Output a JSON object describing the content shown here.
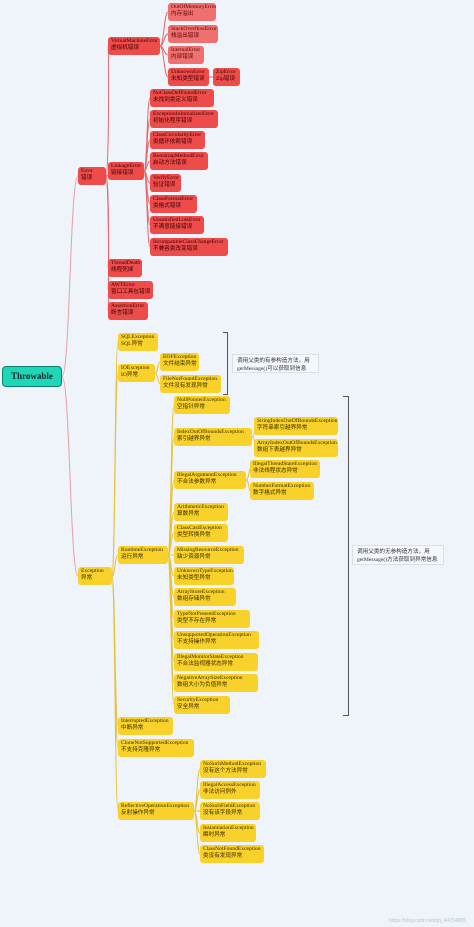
{
  "root": "Throwable",
  "error": {
    "label": "Error",
    "cn": "错误",
    "vm": {
      "label": "VirtualMachineError",
      "cn": "虚拟机错误",
      "children": [
        {
          "label": "OutOfMemoryError",
          "cn": "内存溢出"
        },
        {
          "label": "StackOverflowError",
          "cn": "栈溢出错误"
        },
        {
          "label": "InternalError",
          "cn": "内部错误"
        },
        {
          "label": "UnknownError",
          "cn": "未知类型错误"
        }
      ],
      "zip": {
        "label": "ZipError",
        "cn": "Zip错误"
      }
    },
    "linkage": {
      "label": "LinkageError",
      "cn": "链接错误",
      "children": [
        {
          "label": "NoClassDefFoundError",
          "cn": "未找到类定义错误"
        },
        {
          "label": "ExceptionInInitializerError",
          "cn": "初始化程序错误"
        },
        {
          "label": "ClassCircularityError",
          "cn": "类循环依赖错误"
        },
        {
          "label": "BootstrapMethodError",
          "cn": "启动方法错误"
        },
        {
          "label": "VerifyError",
          "cn": "验证错误"
        },
        {
          "label": "ClassFormatError",
          "cn": "类格式错误"
        },
        {
          "label": "UnsatisfiedLinkError",
          "cn": "不满意链接错误"
        },
        {
          "label": "IncompatibleClassChangeError",
          "cn": "不兼容类改变错误"
        }
      ]
    },
    "others": [
      {
        "label": "ThreadDeath",
        "cn": "线程死掉"
      },
      {
        "label": "AWTError",
        "cn": "窗口工具包错误"
      },
      {
        "label": "AssertionError",
        "cn": "断言错误"
      }
    ]
  },
  "exception": {
    "label": "Exception",
    "cn": "异常",
    "sql": {
      "label": "SQLException",
      "cn": "SQL异常"
    },
    "io": {
      "label": "IOException",
      "cn": "IO异常",
      "children": [
        {
          "label": "EOFException",
          "cn": "文件结束异常"
        },
        {
          "label": "FileNotFoundException",
          "cn": "文件没有发现异常"
        }
      ]
    },
    "runtime": {
      "label": "RuntimeException",
      "cn": "运行异常",
      "children": [
        {
          "label": "NullPointerException",
          "cn": "空指针异常"
        },
        {
          "label": "IndexOutOfBoundsException",
          "cn": "索引越界异常"
        },
        {
          "label": "IllegalArgumentException",
          "cn": "不合法参数异常"
        },
        {
          "label": "ArithmeticException",
          "cn": "算数异常"
        },
        {
          "label": "ClassCastException",
          "cn": "类型转换异常"
        },
        {
          "label": "MissingResourceException",
          "cn": "缺少资源异常"
        },
        {
          "label": "UnknownTypeException",
          "cn": "未知类型异常"
        },
        {
          "label": "ArrayStoreException",
          "cn": "数组存储异常"
        },
        {
          "label": "TypeNotPresentException",
          "cn": "类型不存在异常"
        },
        {
          "label": "UnsupportedOperationException",
          "cn": "不支持操作异常"
        },
        {
          "label": "IllegalMonitorStateException",
          "cn": "不合法监视器状态异常"
        },
        {
          "label": "NegativeArraySizeException",
          "cn": "数组大小为负值异常"
        },
        {
          "label": "SecurityException",
          "cn": "安全异常"
        }
      ],
      "index_children": [
        {
          "label": "StringIndexOutOfBoundsException",
          "cn": "字符串索引越界异常"
        },
        {
          "label": "ArrayIndexOutOfBoundsException",
          "cn": "数组下表越界异常"
        }
      ],
      "illegal_children": [
        {
          "label": "IllegalThreadStateException",
          "cn": "非法线程状态异常"
        },
        {
          "label": "NumberFormatException",
          "cn": "数字格式异常"
        }
      ]
    },
    "interrupted": {
      "label": "InterruptedException",
      "cn": "中断异常"
    },
    "clone": {
      "label": "CloneNotSupportedException",
      "cn": "不支持克隆异常"
    },
    "reflective": {
      "label": "ReflectiveOperationException",
      "cn": "反射操作异常",
      "children": [
        {
          "label": "NoSuchMethodException",
          "cn": "没有这个方法异常"
        },
        {
          "label": "IllegalAccessException",
          "cn": "非法访问例外"
        },
        {
          "label": "NoSuchFieldException",
          "cn": "没有该字段异常"
        },
        {
          "label": "InstantiationException",
          "cn": "瞬时异常"
        },
        {
          "label": "ClassNotFoundException",
          "cn": "类没有发现异常"
        }
      ]
    }
  },
  "notes": {
    "checked": "调用父类的有参构造方法，用getMessage()可以获取到信息",
    "unchecked": "调用父类的无参构造方法，用getMessage()方法获取到异常信息"
  },
  "watermark": "https://blog.csdn.net/qq_44754985"
}
